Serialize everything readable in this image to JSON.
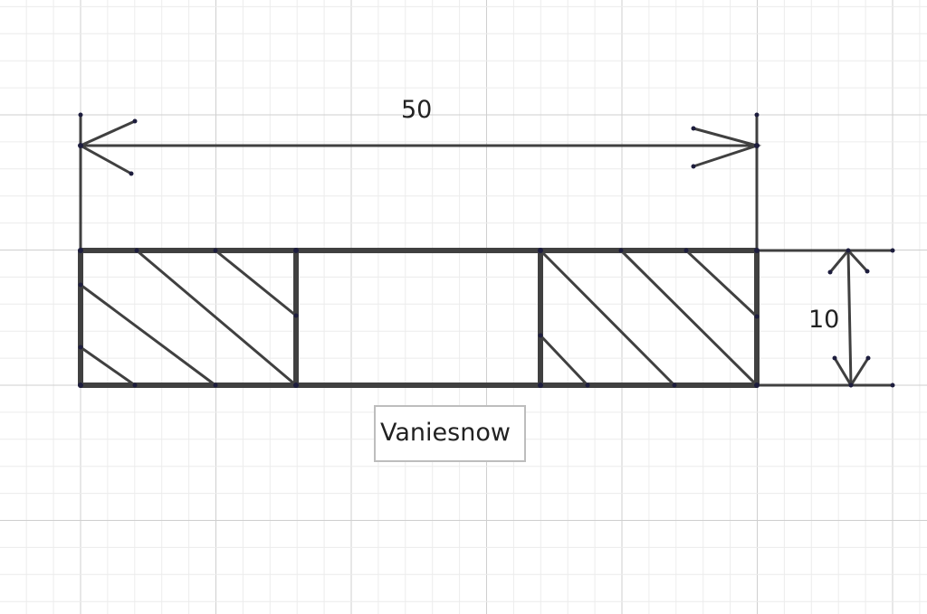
{
  "diagram": {
    "width_label": "50",
    "height_label": "10",
    "caption": "Vaniesnow"
  },
  "colors": {
    "grid_minor": "#ececec",
    "grid_major": "#cfcfcf",
    "stroke": "#404040",
    "point": "#1d1d3d",
    "caption_border": "#bdbdbd"
  }
}
